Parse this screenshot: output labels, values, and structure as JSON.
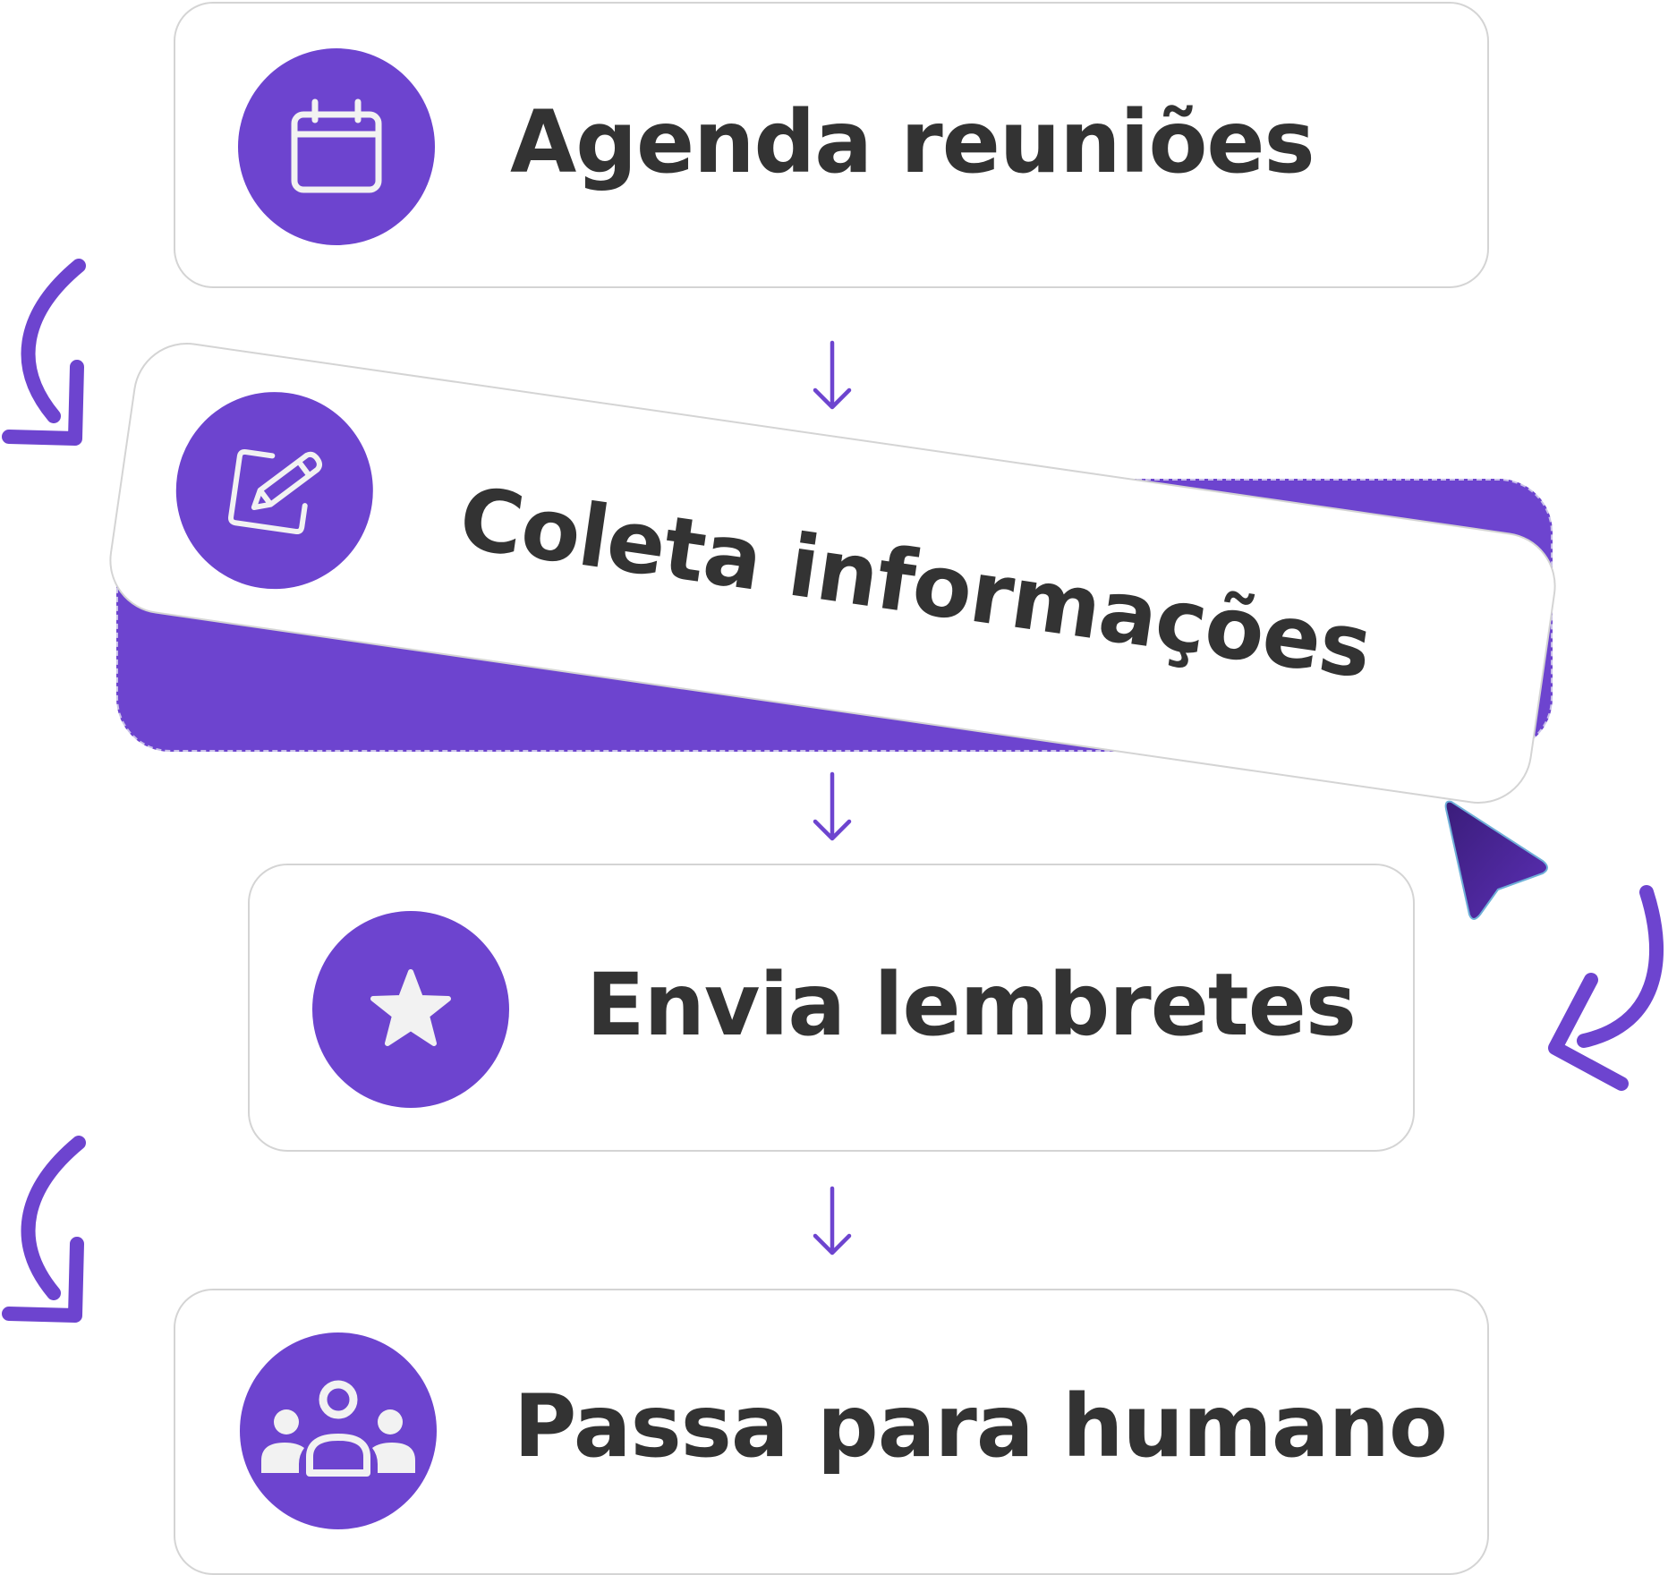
{
  "colors": {
    "accent": "#6D44CF",
    "text": "#333333",
    "card_border": "#d4d4d4",
    "icon_glyph": "#f2f2f2",
    "cursor_dark": "#3F1E86"
  },
  "steps": [
    {
      "label": "Agenda reuniões",
      "icon": "calendar-icon"
    },
    {
      "label": "Coleta informações",
      "icon": "edit-note-icon"
    },
    {
      "label": "Envia lembretes",
      "icon": "star-icon"
    },
    {
      "label": "Passa para humano",
      "icon": "people-group-icon"
    }
  ]
}
